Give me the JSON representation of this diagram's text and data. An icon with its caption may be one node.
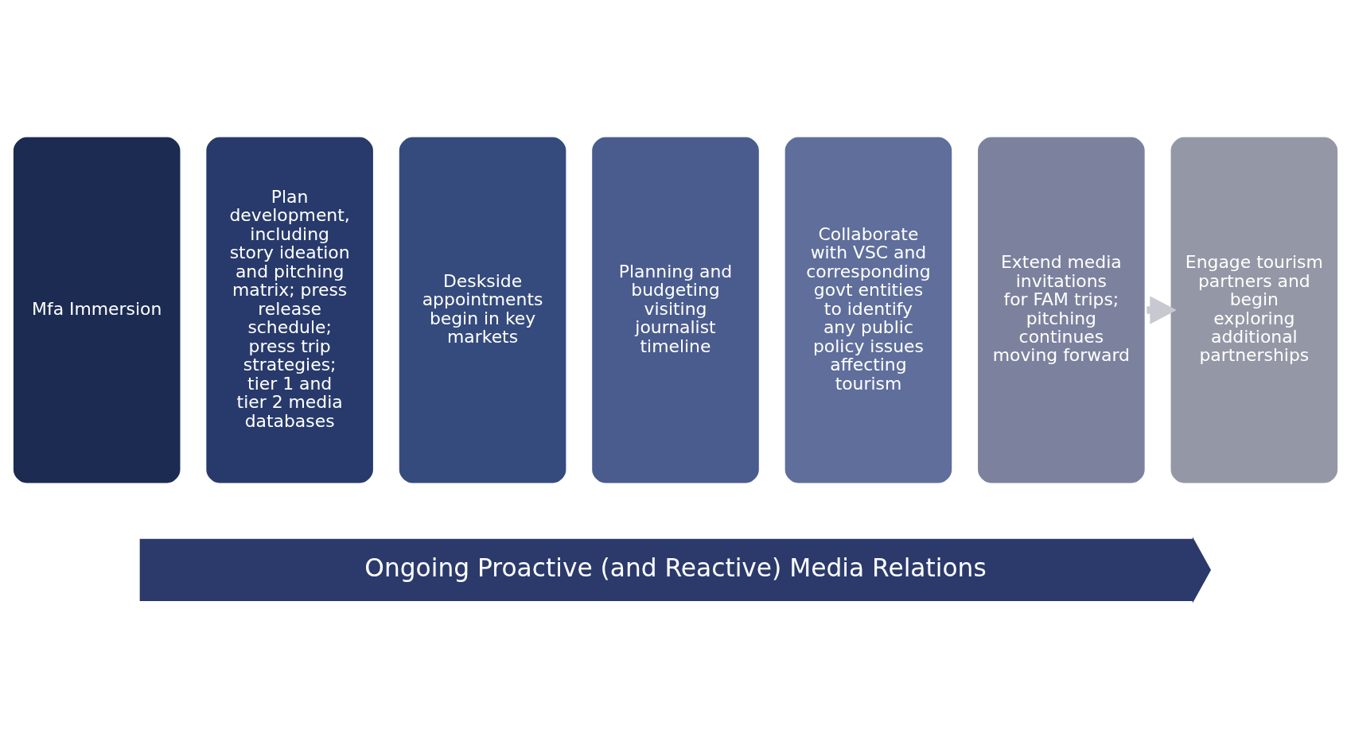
{
  "diagram": {
    "nodes": [
      {
        "text": [
          "Mfa Immersion"
        ]
      },
      {
        "text": [
          "Plan development, including story ideation and pitching matrix; press release schedule; press trip strategies; tier 1 and tier 2 media databases"
        ]
      },
      {
        "text": [
          "Deskside appointments begin in key markets"
        ]
      },
      {
        "text": [
          "Planning and budgeting visiting journalist timeline"
        ]
      },
      {
        "text": [
          "Collaborate with VSC and corresponding govt entities to identify any public policy issues affecting tourism"
        ]
      },
      {
        "text": [
          "Extend media invitations for FAM trips; pitching continues moving forward"
        ]
      },
      {
        "text": [
          "Engage tourism partners and begin exploring additional partnerships"
        ]
      },
      {
        "text": [
          "Ongoing Proactive (and Reactive) Media Relations"
        ]
      }
    ],
    "edges": [
      {
        "from": 5,
        "to": 6,
        "arrow": "to"
      }
    ]
  }
}
